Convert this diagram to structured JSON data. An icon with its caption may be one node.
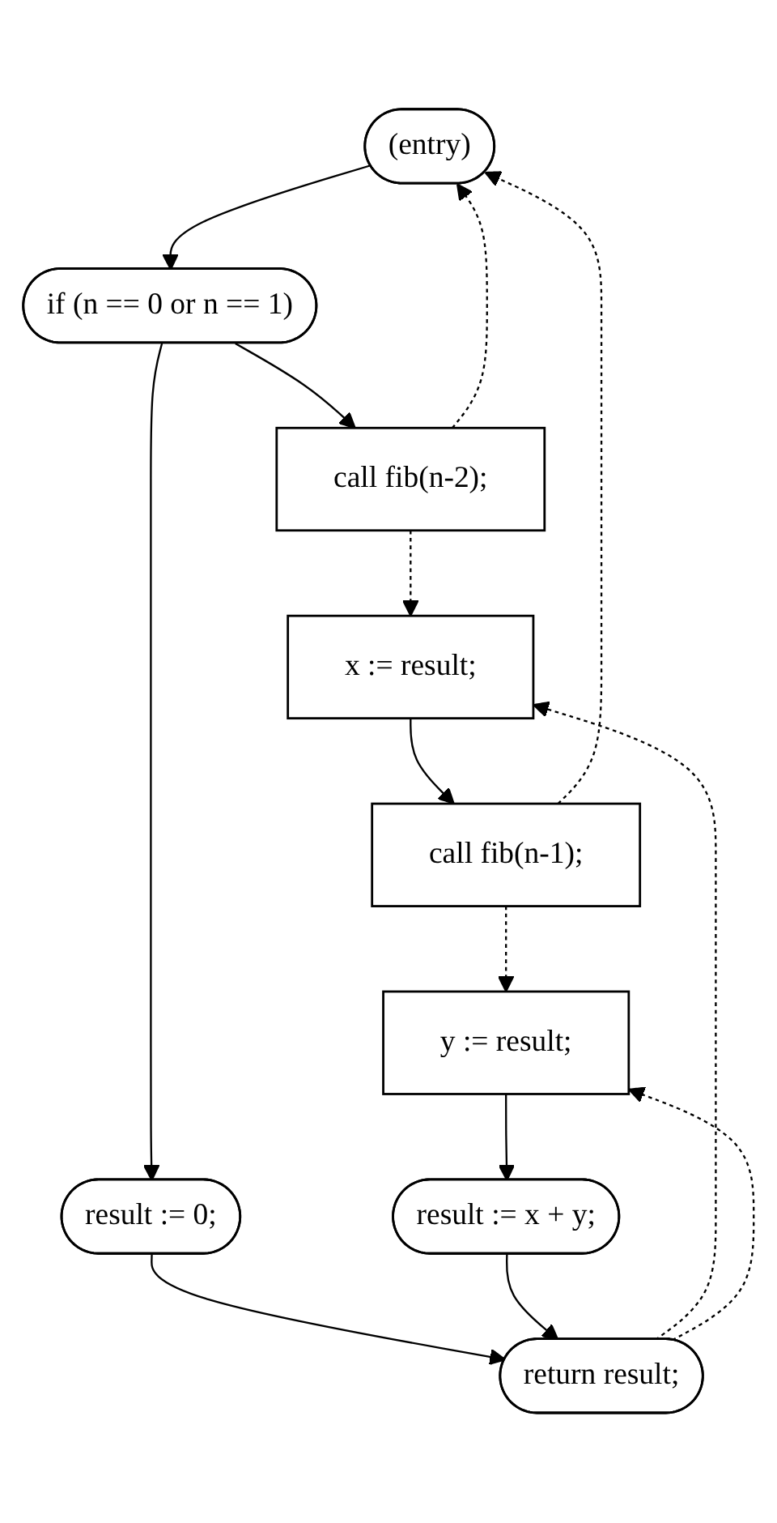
{
  "diagram": {
    "nodes": [
      {
        "text": [
          "(entry)"
        ]
      },
      {
        "text": [
          "if (n == 0 or n == 1)"
        ]
      },
      {
        "text": [
          "call fib(n-2);"
        ]
      },
      {
        "text": [
          "result := 0;"
        ]
      },
      {
        "text": [
          "x := result;"
        ]
      },
      {
        "text": [
          "call fib(n-1);"
        ]
      },
      {
        "text": [
          "y := result;"
        ]
      },
      {
        "text": [
          "result := x + y;"
        ]
      },
      {
        "text": [
          "return result;"
        ]
      }
    ],
    "edges": [
      {
        "from": 0,
        "to": 1,
        "arrow": "to"
      },
      {
        "from": 1,
        "to": 2,
        "arrow": "to"
      },
      {
        "from": 1,
        "to": 3,
        "arrow": "to"
      },
      {
        "from": 2,
        "to": 4,
        "arrow": "to",
        "style": "dashed"
      },
      {
        "from": 4,
        "to": 5,
        "arrow": "to"
      },
      {
        "from": 5,
        "to": 6,
        "arrow": "to",
        "style": "dashed"
      },
      {
        "from": 6,
        "to": 7,
        "arrow": "to"
      },
      {
        "from": 3,
        "to": 8,
        "arrow": "to"
      },
      {
        "from": 7,
        "to": 8,
        "arrow": "to"
      },
      {
        "from": 2,
        "to": 0,
        "arrow": "to",
        "style": "dashed"
      },
      {
        "from": 5,
        "to": 0,
        "arrow": "to",
        "style": "dashed"
      },
      {
        "from": 8,
        "to": 4,
        "arrow": "to",
        "style": "dashed"
      },
      {
        "from": 8,
        "to": 6,
        "arrow": "to",
        "style": "dashed"
      }
    ]
  }
}
